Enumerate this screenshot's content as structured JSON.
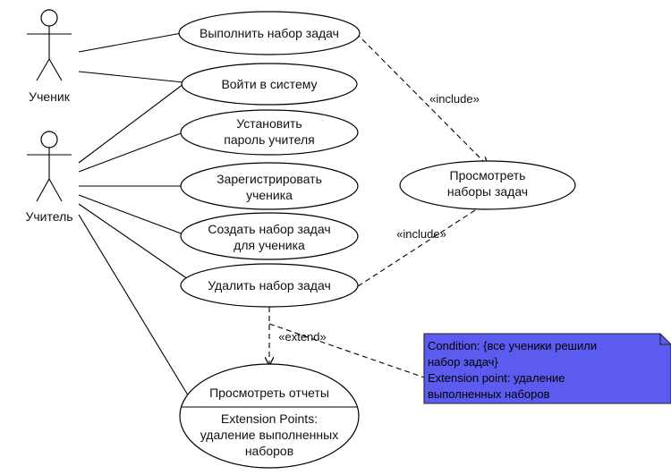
{
  "actors": {
    "student": "Ученик",
    "teacher": "Учитель"
  },
  "use_cases": {
    "perform": "Выполнить набор задач",
    "login": "Войти в систему",
    "set_password": [
      "Установить",
      "пароль учителя"
    ],
    "register": [
      "Зарегистрировать",
      "ученика"
    ],
    "create": [
      "Создать набор задач",
      "для ученика"
    ],
    "delete": "Удалить набор задач",
    "view_sets": [
      "Просмотреть",
      "наборы задач"
    ],
    "reports_title": "Просмотреть отчеты",
    "reports_ext": [
      "Extension Points:",
      "удаление выполненных",
      "наборов"
    ]
  },
  "relations": {
    "include_1": "«include»",
    "include_2": "«include»",
    "extend": "«extend»"
  },
  "note": {
    "lines": [
      "Condition: {все ученики решили",
      "набор задач}",
      "Extension point: удаление",
      "выполненных наборов"
    ],
    "fill_color": "#5b5bf0"
  }
}
